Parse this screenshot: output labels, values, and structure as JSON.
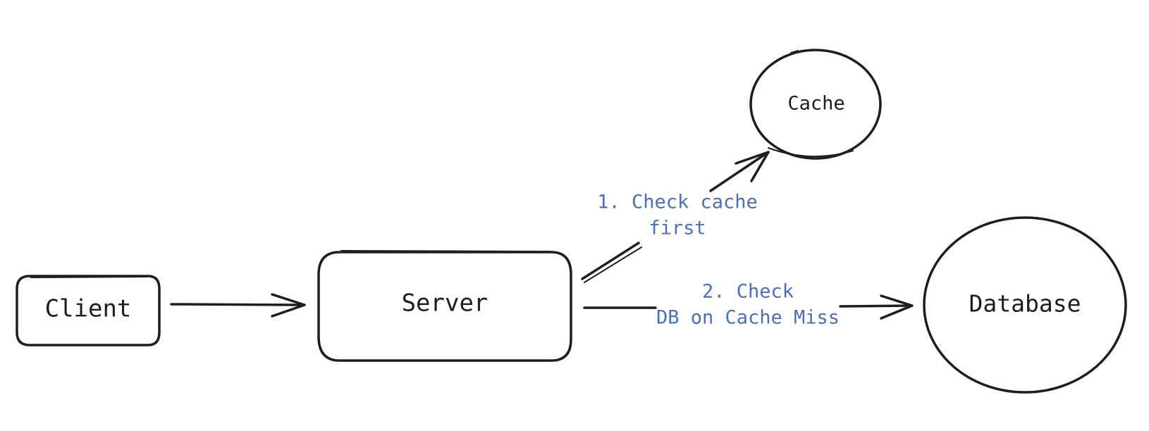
{
  "nodes": {
    "client": {
      "label": "Client"
    },
    "server": {
      "label": "Server"
    },
    "cache": {
      "label": "Cache"
    },
    "database": {
      "label": "Database"
    }
  },
  "edges": {
    "client_to_server": {
      "label": ""
    },
    "server_to_cache": {
      "label_line1": "1. Check cache",
      "label_line2": "first"
    },
    "server_to_database": {
      "label_line1": "2. Check",
      "label_line2": "DB on Cache Miss"
    }
  },
  "colors": {
    "stroke": "#1e1e1e",
    "edge_label": "#4a6fc1",
    "background": "#ffffff"
  }
}
